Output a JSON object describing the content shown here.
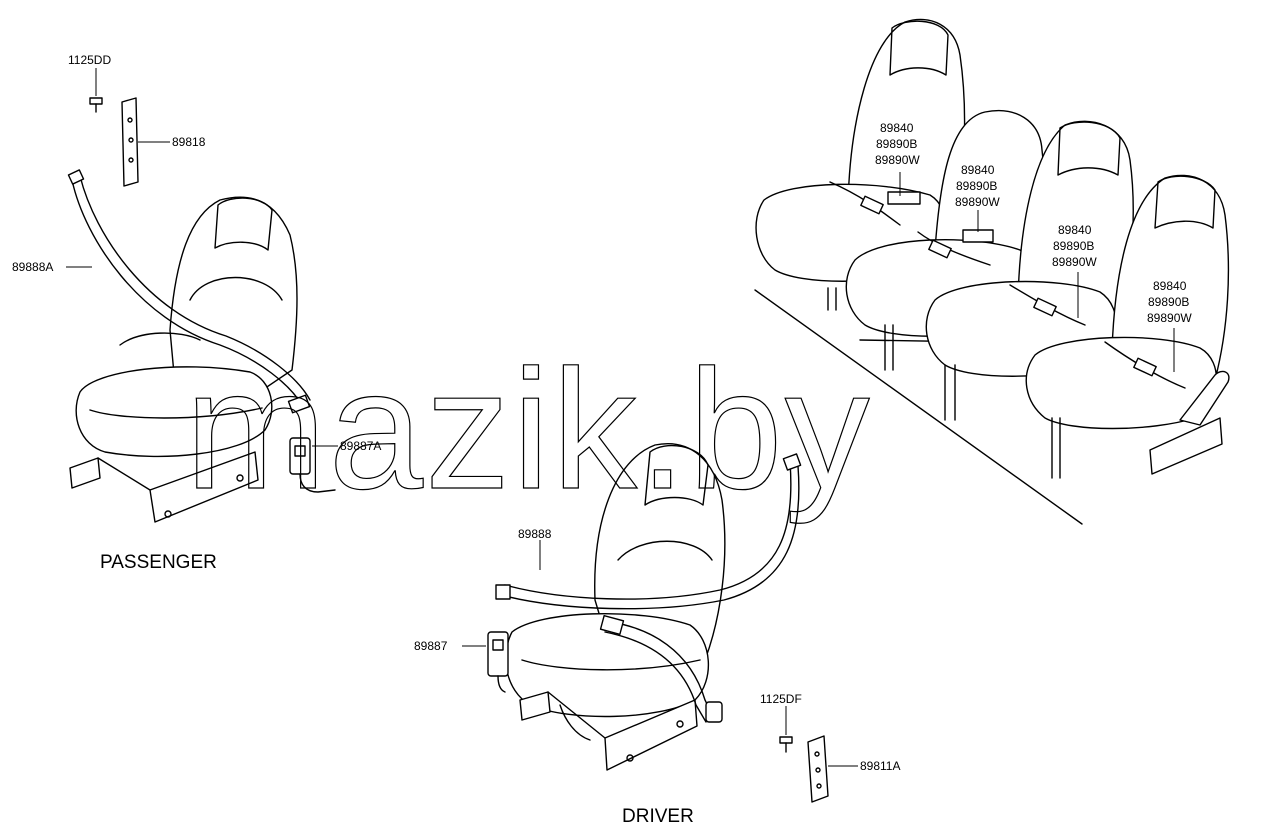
{
  "passenger": {
    "caption": "PASSENGER",
    "labels": {
      "bolt": "1125DD",
      "bracket": "89818",
      "belt": "89888A",
      "buckle": "89887A"
    }
  },
  "driver": {
    "caption": "DRIVER",
    "labels": {
      "belt": "89888",
      "buckle": "89887",
      "bolt": "1125DF",
      "bracket": "89811A"
    }
  },
  "rear_bench": {
    "label_groups": [
      [
        "89840",
        "89890B",
        "89890W"
      ],
      [
        "89840",
        "89890B",
        "89890W"
      ],
      [
        "89840",
        "89890B",
        "89890W"
      ],
      [
        "89840",
        "89890B",
        "89890W"
      ]
    ]
  },
  "watermark": "mazik.by"
}
